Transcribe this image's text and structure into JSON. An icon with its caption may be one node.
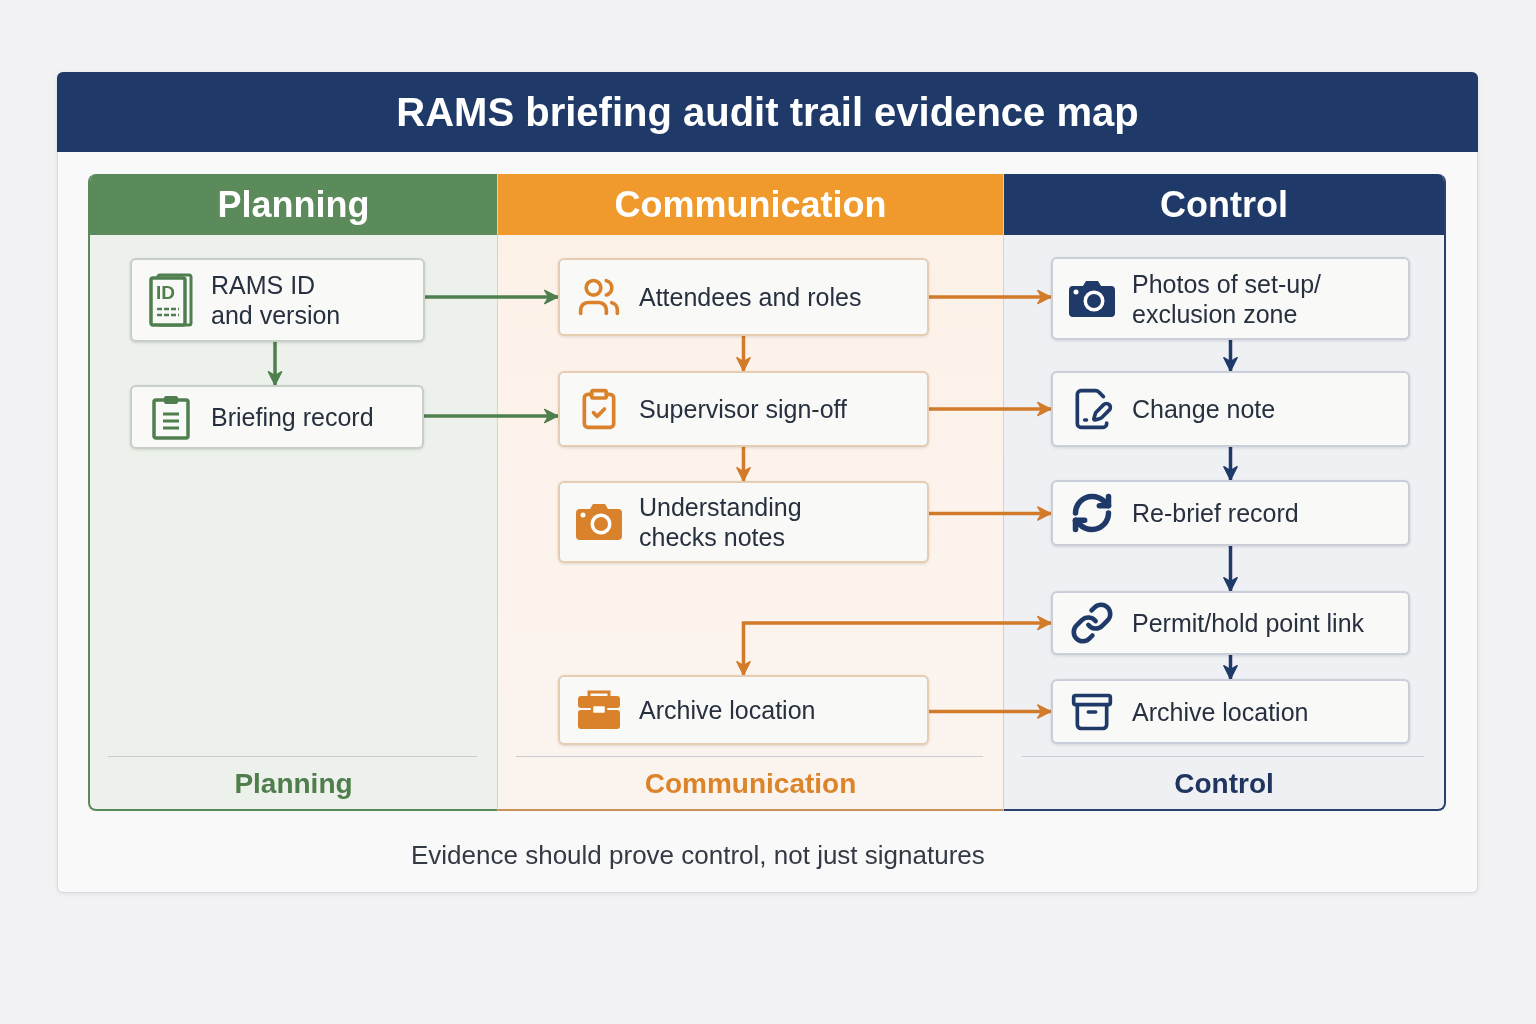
{
  "diagram": {
    "title": "RAMS briefing audit trail evidence map",
    "caption": "Evidence should prove control, not just signatures",
    "nodes": [
      {
        "text": [
          "Planning",
          "Planning"
        ]
      },
      {
        "text": [
          "RAMS ID and version"
        ],
        "in": 0
      },
      {
        "text": [
          "Briefing record"
        ],
        "in": 0
      },
      {
        "text": [
          "Communication",
          "Communication"
        ]
      },
      {
        "text": [
          "Attendees and roles"
        ],
        "in": 3
      },
      {
        "text": [
          "Supervisor sign-off"
        ],
        "in": 3
      },
      {
        "text": [
          "Understanding checks notes"
        ],
        "in": 3
      },
      {
        "text": [
          "Archive location"
        ],
        "in": 3
      },
      {
        "text": [
          "Control",
          "Control"
        ]
      },
      {
        "text": [
          "Photos of set-up/ exclusion zone"
        ],
        "in": 8
      },
      {
        "text": [
          "Change note"
        ],
        "in": 8
      },
      {
        "text": [
          "Re-brief record"
        ],
        "in": 8
      },
      {
        "text": [
          "Permit/hold point link"
        ],
        "in": 8
      },
      {
        "text": [
          "Archive location"
        ],
        "in": 8
      }
    ],
    "edges": [
      {
        "from": 1,
        "to": 2,
        "arrow": "to",
        "color": "#4f7f4e"
      },
      {
        "from": 1,
        "to": 4,
        "arrow": "to",
        "color": "#4f7f4e"
      },
      {
        "from": 2,
        "to": 5,
        "arrow": "to",
        "color": "#4f7f4e"
      },
      {
        "from": 4,
        "to": 5,
        "arrow": "to"
      },
      {
        "from": 5,
        "to": 6,
        "arrow": "to"
      },
      {
        "from": 4,
        "to": 9,
        "arrow": "to"
      },
      {
        "from": 5,
        "to": 10,
        "arrow": "to"
      },
      {
        "from": 6,
        "to": 11,
        "arrow": "to"
      },
      {
        "from": 7,
        "to": 12,
        "arrow": "both"
      },
      {
        "from": 7,
        "to": 13,
        "arrow": "to"
      },
      {
        "from": 9,
        "to": 10,
        "arrow": "to",
        "color": "#1f3a68"
      },
      {
        "from": 10,
        "to": 11,
        "arrow": "to",
        "color": "#1f3a68"
      },
      {
        "from": 11,
        "to": 12,
        "arrow": "to",
        "color": "#1f3a68"
      },
      {
        "from": 12,
        "to": 13,
        "arrow": "to",
        "color": "#1f3a68"
      }
    ],
    "labels": [
      "ID"
    ]
  }
}
